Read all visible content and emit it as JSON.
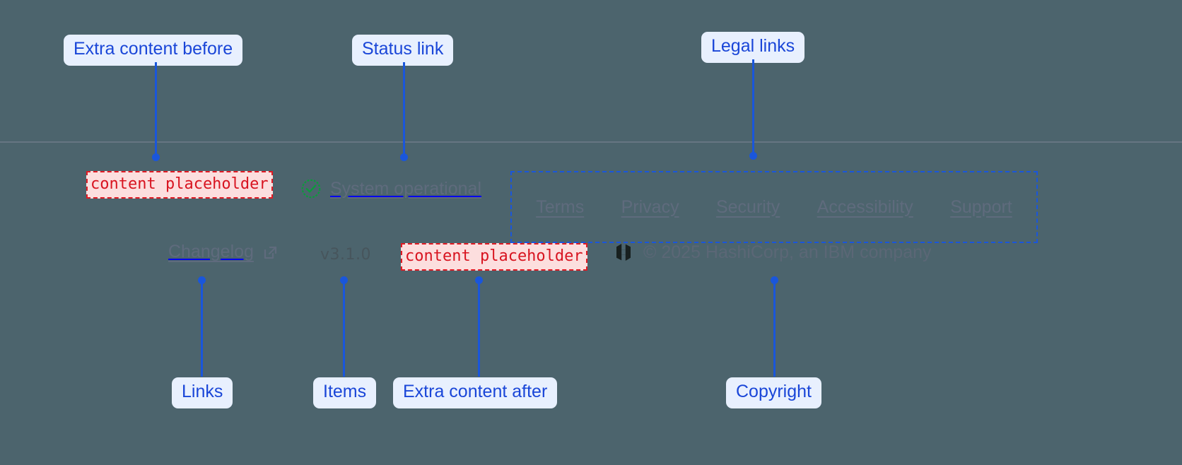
{
  "theme": {
    "background": "#4c646d",
    "divider": "#6f7b8a",
    "link_color": "#5f6b7d",
    "annotation_blue": "#1a56db",
    "annotation_bg": "#e8f0fe",
    "placeholder_red": "#d81420",
    "placeholder_bg": "#fcdede",
    "status_green": "#0c9a3c"
  },
  "footer": {
    "extra_content_before": "content placeholder",
    "status": {
      "icon": "check-circle-icon",
      "label": "System operational"
    },
    "legal_links": [
      {
        "label": "Terms"
      },
      {
        "label": "Privacy"
      },
      {
        "label": "Security"
      },
      {
        "label": "Accessibility"
      },
      {
        "label": "Support"
      }
    ],
    "changelog": {
      "label": "Changelog",
      "icon": "external-link-icon"
    },
    "version": "v3.1.0",
    "extra_content_after": "content placeholder",
    "copyright": {
      "logo": "hashicorp-logo",
      "text": "© 2025 HashiCorp, an IBM company"
    }
  },
  "annotations": [
    {
      "id": "extra-before",
      "label": "Extra content before"
    },
    {
      "id": "status-link",
      "label": "Status link"
    },
    {
      "id": "legal-links",
      "label": "Legal links"
    },
    {
      "id": "links",
      "label": "Links"
    },
    {
      "id": "items",
      "label": "Items"
    },
    {
      "id": "extra-after",
      "label": "Extra content after"
    },
    {
      "id": "copyright",
      "label": "Copyright"
    }
  ]
}
